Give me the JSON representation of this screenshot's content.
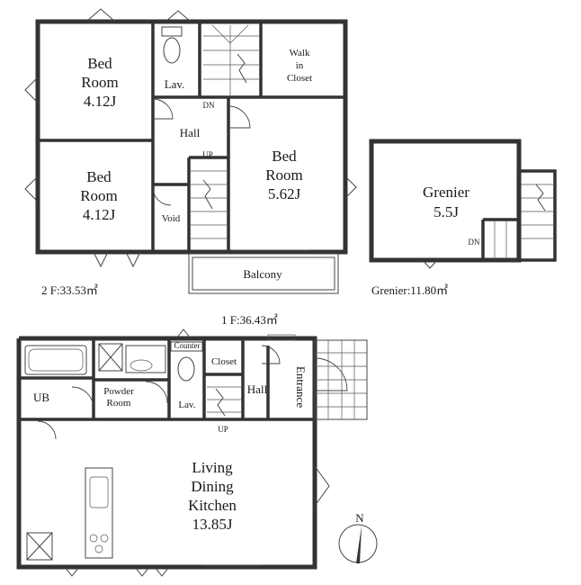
{
  "floor2": {
    "bed1": {
      "name": "Bed",
      "name2": "Room",
      "size": "4.12J"
    },
    "bed2": {
      "name": "Bed",
      "name2": "Room",
      "size": "4.12J"
    },
    "bed3": {
      "name": "Bed",
      "name2": "Room",
      "size": "5.62J"
    },
    "lav": "Lav.",
    "hall": "Hall",
    "walkin": {
      "l1": "Walk",
      "l2": "in",
      "l3": "Closet"
    },
    "void": "Void",
    "balcony": "Balcony",
    "dn": "DN",
    "up": "UP",
    "area": "2 F:33.53㎡"
  },
  "grenier": {
    "name": "Grenier",
    "size": "5.5J",
    "dn": "DN",
    "area": "Grenier:11.80㎡"
  },
  "floor1": {
    "area": "1 F:36.43㎡",
    "ub": "UB",
    "powder": {
      "l1": "Powder",
      "l2": "Room"
    },
    "lav": "Lav.",
    "counter": "Counter",
    "closet": "Closet",
    "hall": "Hall",
    "entrance": "Entrance",
    "up": "UP",
    "ldk": {
      "l1": "Living",
      "l2": "Dining",
      "l3": "Kitchen",
      "size": "13.85J"
    }
  },
  "compass": {
    "north": "N"
  }
}
